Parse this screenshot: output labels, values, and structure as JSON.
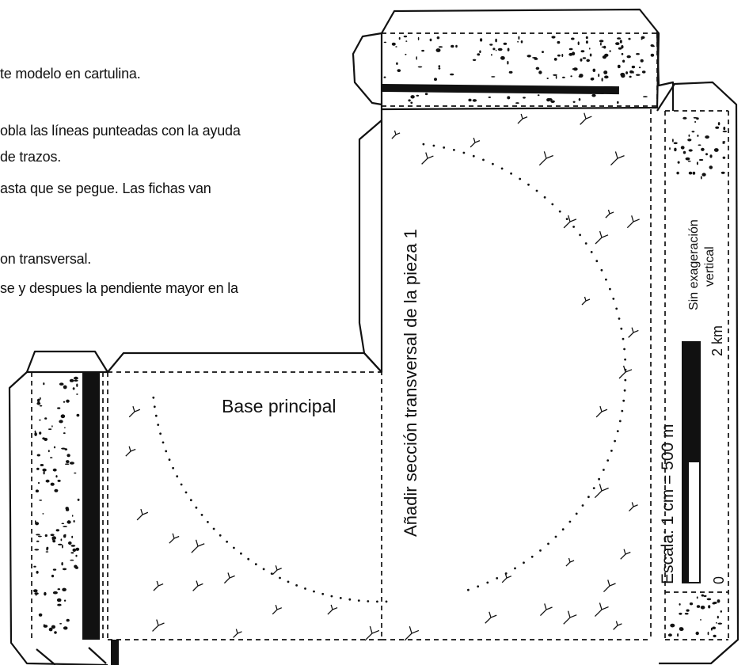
{
  "instructions": [
    "te modelo en cartulina.",
    "obla las líneas punteadas con la ayuda",
    " de trazos.",
    "asta que se pegue. Las fichas van",
    "on transversal.",
    "se y despues  la pendiente mayor en la"
  ],
  "labels": {
    "base_principal": "Base principal",
    "side_panel": "Añadir sección transversal de la pieza 1",
    "vertical_note_line1": "Sin exageración",
    "vertical_note_line2": "vertical",
    "scale": "Escala: 1 cm = 500 m",
    "tick_2km": "2 km",
    "tick_0": "0"
  },
  "colors": {
    "ink": "#111111",
    "paper": "#ffffff"
  }
}
